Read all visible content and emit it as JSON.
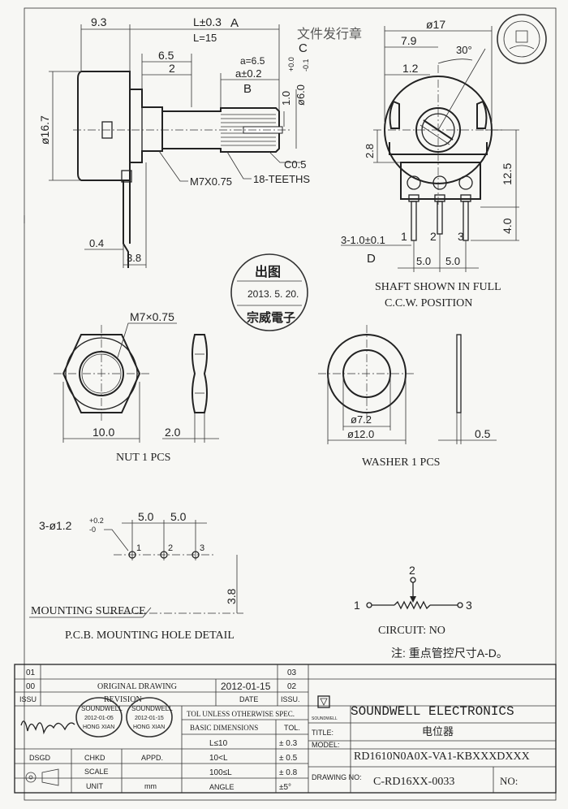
{
  "side_view": {
    "dim_9_3": "9.3",
    "dim_L_tol": "L±0.3",
    "label_A": "A",
    "dim_L15": "L=15",
    "label_C": "C",
    "dim_6_5": "6.5",
    "dim_a65": "a=6.5",
    "dim_2": "2",
    "dim_a_tol": "a±0.2",
    "label_B": "B",
    "dim_1_0": "1.0",
    "dim_shaft": "ø6.0",
    "dim_shaft_tol_hi": "+0.0",
    "dim_shaft_tol_lo": "-0.1",
    "dim_16_7": "ø16.7",
    "chamfer": "C0.5",
    "thread": "M7X0.75",
    "teeth": "18-TEETHS",
    "dim_0_4": "0.4",
    "dim_3_8": "3.8"
  },
  "top_stamp": "文件发行章",
  "front_view": {
    "dim_17": "ø17",
    "dim_7_9": "7.9",
    "angle_30": "30°",
    "dim_1_2": "1.2",
    "dim_2_8": "2.8",
    "dim_12_5": "12.5",
    "dim_4_0": "4.0",
    "pin_1": "1",
    "pin_2": "2",
    "pin_3": "3",
    "pins_dim": "3-1.0±0.1",
    "label_D": "D",
    "pitch_1": "5.0",
    "pitch_2": "5.0",
    "caption_1": "SHAFT SHOWN IN FULL",
    "caption_2": "C.C.W. POSITION"
  },
  "round_stamp": {
    "top": "出图",
    "date": "2013. 5. 20.",
    "bottom": "宗威電子"
  },
  "nut": {
    "thread": "M7×0.75",
    "width": "10.0",
    "thickness": "2.0",
    "caption": "NUT 1 PCS"
  },
  "washer": {
    "inner": "ø7.2",
    "outer": "ø12.0",
    "thickness": "0.5",
    "caption": "WASHER  1 PCS"
  },
  "pcb": {
    "holes": "3-ø1.2",
    "holes_tol_hi": "+0.2",
    "holes_tol_lo": "-0",
    "pitch_1": "5.0",
    "pitch_2": "5.0",
    "hole_1": "1",
    "hole_2": "2",
    "hole_3": "3",
    "height": "3.8",
    "mounting_surface": "MOUNTING SURFACE",
    "caption": "P.C.B. MOUNTING HOLE DETAIL"
  },
  "circuit": {
    "t1": "1",
    "t2": "2",
    "t3": "3",
    "caption": "CIRCUIT: NO"
  },
  "note": "注: 重点管控尺寸A-D。",
  "title_block": {
    "rev_01": "01",
    "rev_00": "00",
    "rev_issu": "ISSU",
    "original_drawing": "ORIGINAL DRAWING",
    "revision": "REVISION",
    "date_value": "2012-01-15",
    "date_label": "DATE",
    "issu_03": "03",
    "issu_02": "02",
    "issu_label": "ISSU.",
    "company": "SOUNDWELL  ELECTRONICS",
    "company_logo_text": "SOUNDWELL",
    "tol_header": "TOL UNLESS OTHERWISE SPEC.",
    "basic_dims": "BASIC DIMENSIONS",
    "tol_col": "TOL.",
    "row1_dim": "L≤10",
    "row1_tol": "± 0.3",
    "row2_dim": "10<L",
    "row2_tol": "± 0.5",
    "row3_dim": "100≤L",
    "row3_tol": "± 0.8",
    "row4_dim": "ANGLE",
    "row4_tol": "±5°",
    "title_label": "TITLE:",
    "title_value": "电位器",
    "model_label": "MODEL:",
    "model_value": "RD1610N0A0X-VA1-KBXXXDXXX",
    "drawing_label": "DRAWING NO:",
    "drawing_value": "C-RD16XX-0033",
    "no_label": "NO:",
    "dsgd": "DSGD",
    "chkd": "CHKD",
    "appd": "APPD.",
    "scale": "SCALE",
    "unit": "UNIT",
    "unit_value": "mm",
    "stamp1_line1": "SOUNDWELL",
    "stamp1_line2": "2012-01-05",
    "stamp1_line3": "HONG XIAN",
    "stamp2_line1": "SOUNDWELL",
    "stamp2_line2": "2012-01-15",
    "stamp2_line3": "HONG XIAN"
  }
}
